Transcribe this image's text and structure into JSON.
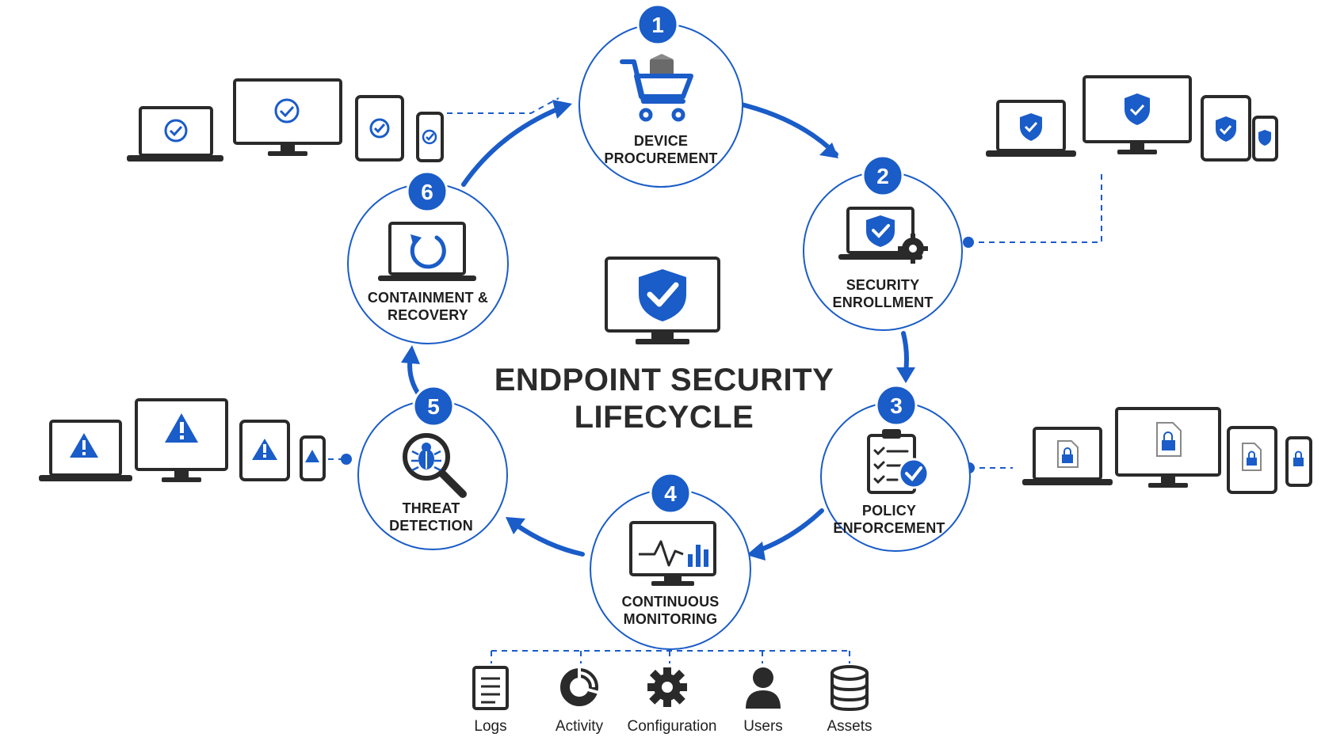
{
  "title_lines": [
    "ENDPOINT SECURITY",
    "LIFECYCLE"
  ],
  "colors": {
    "accent": "#1a5cc8",
    "ink": "#2a2a2a",
    "background": "#ffffff"
  },
  "stages": [
    {
      "number": "1",
      "lines": [
        "DEVICE",
        "PROCUREMENT"
      ],
      "icon": "shopping-cart-icon"
    },
    {
      "number": "2",
      "lines": [
        "SECURITY",
        "ENROLLMENT"
      ],
      "icon": "laptop-shield-gear-icon"
    },
    {
      "number": "3",
      "lines": [
        "POLICY",
        "ENFORCEMENT"
      ],
      "icon": "clipboard-check-icon"
    },
    {
      "number": "4",
      "lines": [
        "CONTINUOUS",
        "MONITORING"
      ],
      "icon": "monitor-pulse-chart-icon"
    },
    {
      "number": "5",
      "lines": [
        "THREAT",
        "DETECTION"
      ],
      "icon": "magnifier-bug-icon"
    },
    {
      "number": "6",
      "lines": [
        "CONTAINMENT &",
        "RECOVERY"
      ],
      "icon": "laptop-refresh-icon"
    }
  ],
  "device_groups": [
    {
      "attached_to": "1",
      "badge": "check-icon"
    },
    {
      "attached_to": "2",
      "badge": "shield-check-icon"
    },
    {
      "attached_to": "3",
      "badge": "locked-document-icon"
    },
    {
      "attached_to": "5",
      "badge": "warning-icon"
    }
  ],
  "monitoring_sources": [
    {
      "label": "Logs",
      "icon": "log-document-icon"
    },
    {
      "label": "Activity",
      "icon": "activity-donut-icon"
    },
    {
      "label": "Configuration",
      "icon": "gear-icon"
    },
    {
      "label": "Users",
      "icon": "user-icon"
    },
    {
      "label": "Assets",
      "icon": "database-icon"
    }
  ]
}
